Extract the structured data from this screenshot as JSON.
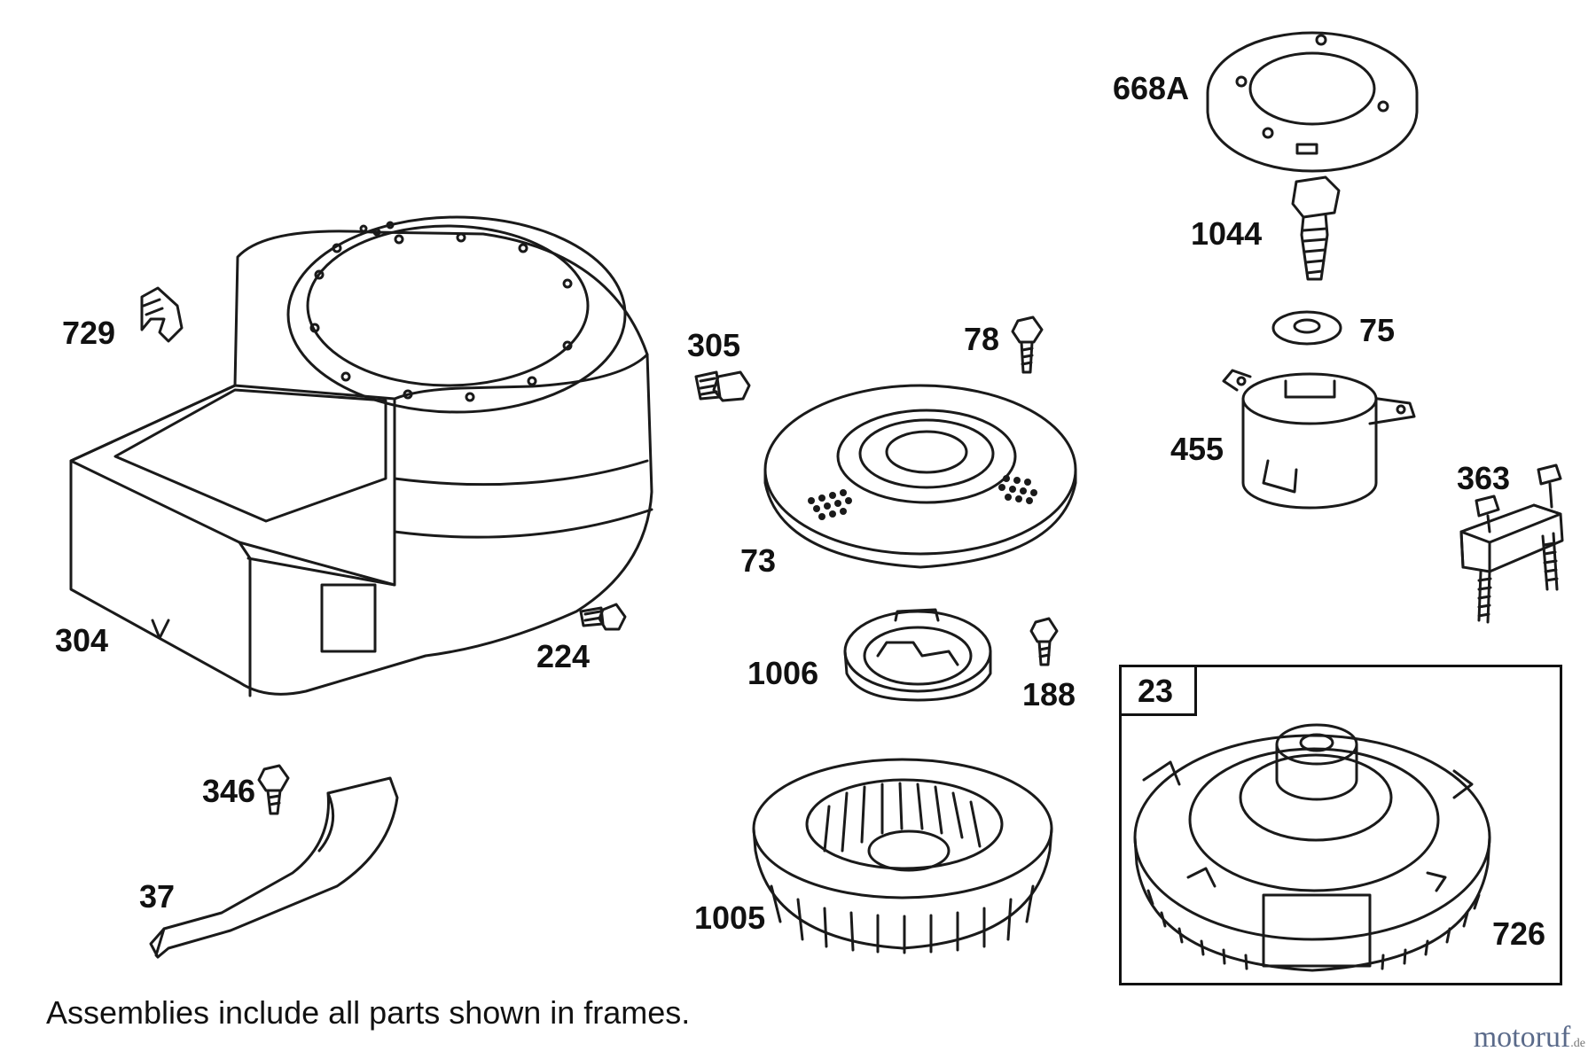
{
  "callouts": {
    "p668A": "668A",
    "p1044": "1044",
    "p75": "75",
    "p455": "455",
    "p363": "363",
    "p729": "729",
    "p305": "305",
    "p78": "78",
    "p73": "73",
    "p304": "304",
    "p224": "224",
    "p1006": "1006",
    "p188": "188",
    "p23": "23",
    "p346": "346",
    "p37": "37",
    "p1005": "1005",
    "p726": "726"
  },
  "footnote": "Assemblies include all parts shown in frames.",
  "watermark": {
    "brand": "motoruf",
    "suffix": ".de"
  },
  "colors": {
    "line": "#1a1a1a",
    "background": "#ffffff",
    "watermark": "#5a6a8a"
  }
}
